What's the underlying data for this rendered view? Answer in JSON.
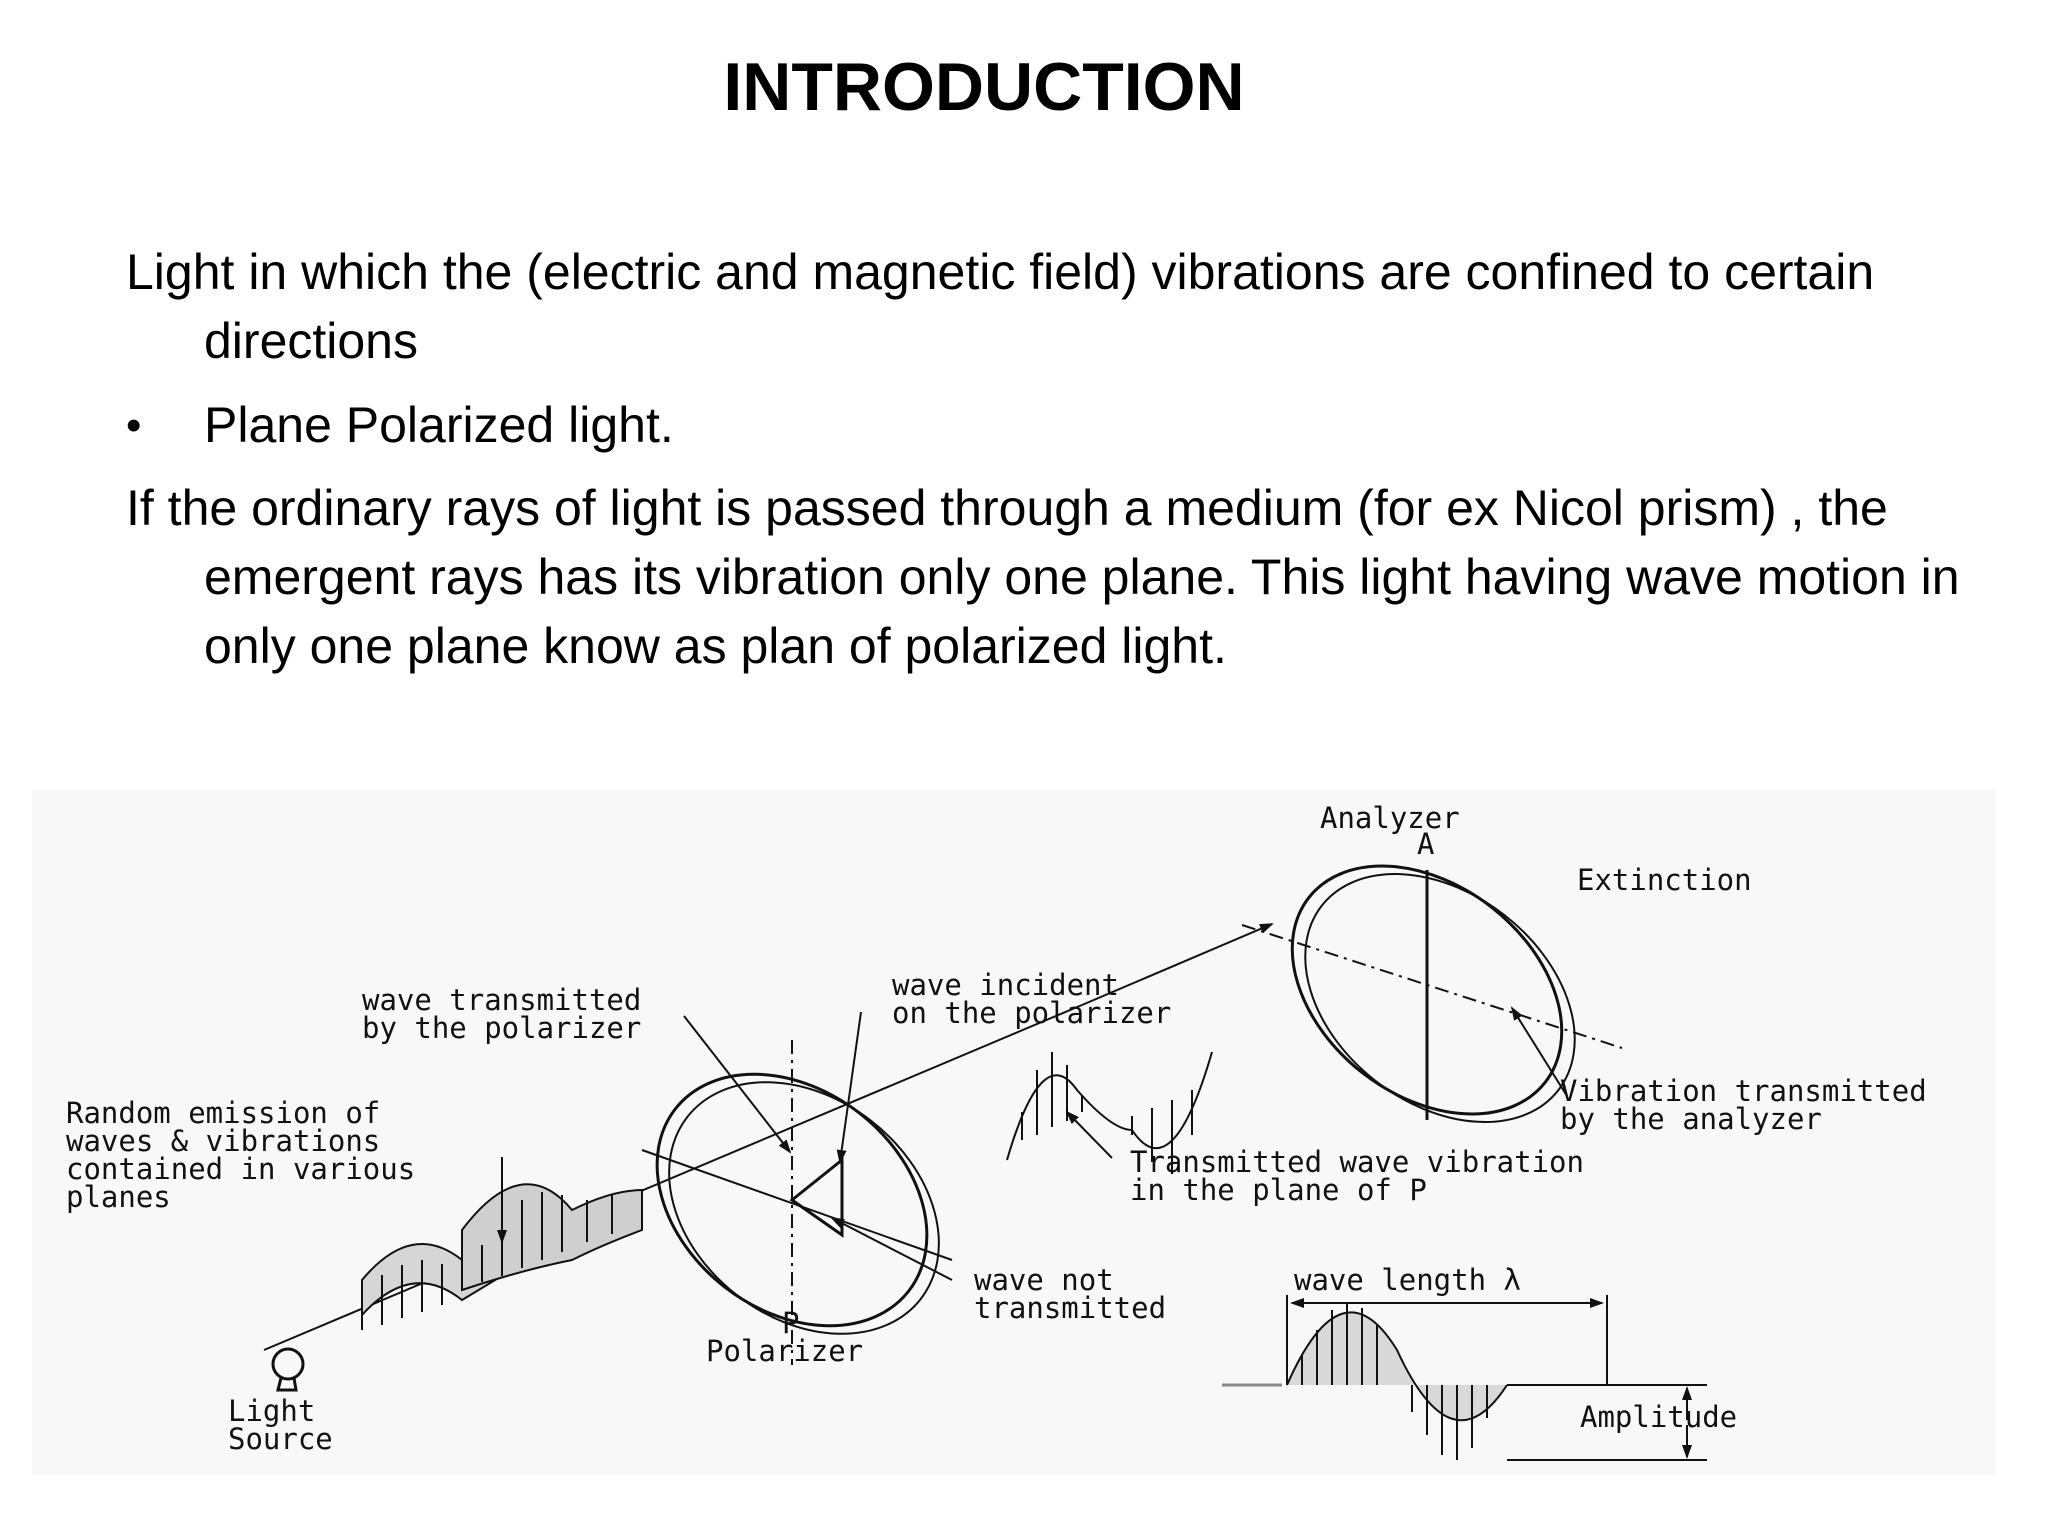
{
  "title": "INTRODUCTION",
  "paragraph_1": "Light in which the (electric and magnetic field) vibrations are confined to certain directions",
  "bullet": {
    "symbol": "•",
    "text": "Plane Polarized light."
  },
  "paragraph_2": "If the ordinary rays of light is passed through a medium (for ex Nicol prism) , the emergent rays has its vibration only one plane. This light having wave motion in only one plane know as plan of polarized light.",
  "diagram": {
    "labels": {
      "analyzer": "Analyzer",
      "analyzer_letter": "A",
      "extinction": "Extinction",
      "wave_transmitted_1": "wave transmitted",
      "wave_transmitted_2": "by the polarizer",
      "wave_incident_1": "wave incident",
      "wave_incident_2": "on the polarizer",
      "random_1": "Random emission of",
      "random_2": "waves & vibrations",
      "random_3": "contained in various",
      "random_4": "planes",
      "vibration_transmitted_1": "Vibration transmitted",
      "vibration_transmitted_2": "by the analyzer",
      "transmitted_wave_1": "Transmitted wave vibration",
      "transmitted_wave_2": "in the plane of P",
      "wave_not_1": "wave not",
      "wave_not_2": "transmitted",
      "wave_length": "wave length λ",
      "polarizer_letter": "P",
      "polarizer": "Polarizer",
      "amplitude": "Amplitude",
      "light": "Light",
      "source": "Source"
    }
  }
}
